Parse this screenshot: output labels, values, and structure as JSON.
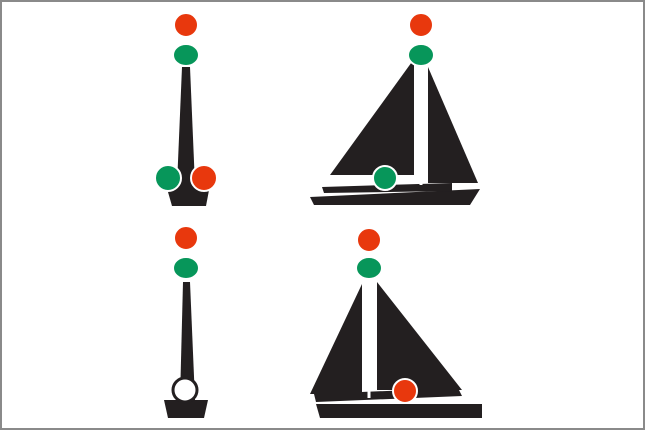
{
  "colors": {
    "hull": "#231f20",
    "sail": "#231f20",
    "red_light": "#e8380d",
    "green_light": "#07965a",
    "white_light": "#ffffff",
    "frame_border": "#8a8a8a",
    "background": "#ffffff"
  },
  "figures": [
    {
      "id": "top-left",
      "vessel": "mast-only",
      "mast_lights": [
        "red",
        "green"
      ],
      "side_lights": [
        "green",
        "red"
      ]
    },
    {
      "id": "top-right",
      "vessel": "sailing-vessel",
      "mast_lights": [
        "red",
        "green"
      ],
      "side_lights": [
        "green"
      ]
    },
    {
      "id": "bottom-left",
      "vessel": "mast-only",
      "mast_lights": [
        "red",
        "green"
      ],
      "side_lights": [
        "white"
      ]
    },
    {
      "id": "bottom-right",
      "vessel": "sailing-vessel",
      "mast_lights": [
        "red",
        "green"
      ],
      "side_lights": [
        "red"
      ]
    }
  ]
}
